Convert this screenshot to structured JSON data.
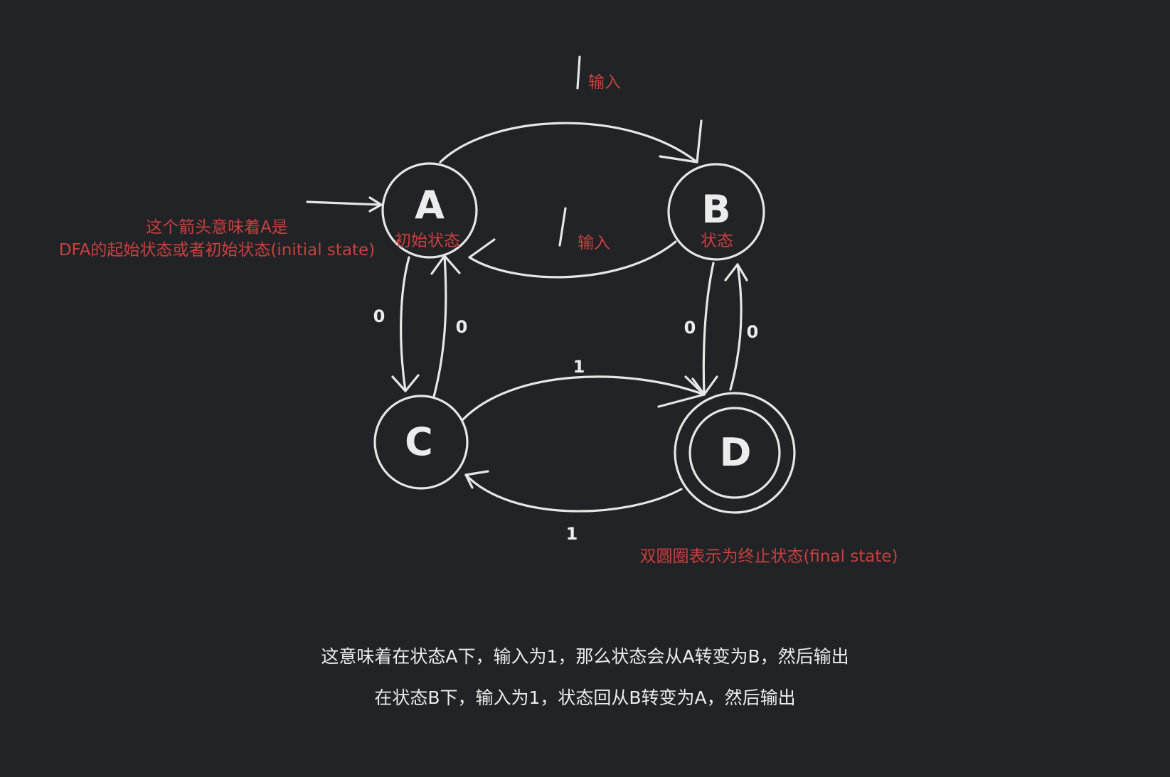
{
  "states": {
    "a": {
      "letter": "A",
      "note": "初始状态"
    },
    "b": {
      "letter": "B",
      "note": "状态"
    },
    "c": {
      "letter": "C"
    },
    "d": {
      "letter": "D"
    }
  },
  "edges": {
    "a_to_b": {
      "label": "1",
      "note": "输入"
    },
    "b_to_a": {
      "label": "1",
      "note": "输入"
    },
    "a_to_c": {
      "label": "0"
    },
    "c_to_a": {
      "label": "0"
    },
    "b_to_d": {
      "label": "0"
    },
    "d_to_b": {
      "label": "0"
    },
    "c_to_d": {
      "label": "1"
    },
    "d_to_c": {
      "label": "1"
    }
  },
  "annotations": {
    "start_arrow_line1": "这个箭头意味着A是",
    "start_arrow_line2": "DFA的起始状态或者初始状态(initial state)",
    "final_state": "双圆圈表示为终止状态(final state)"
  },
  "explanation": {
    "line1": "这意味着在状态A下，输入为1，那么状态会从A转变为B，然后输出",
    "line2": "在状态B下，输入为1，状态回从B转变为A，然后输出"
  },
  "colors": {
    "background": "#212327",
    "stroke": "#e6e6e6",
    "note": "#c9403d"
  }
}
